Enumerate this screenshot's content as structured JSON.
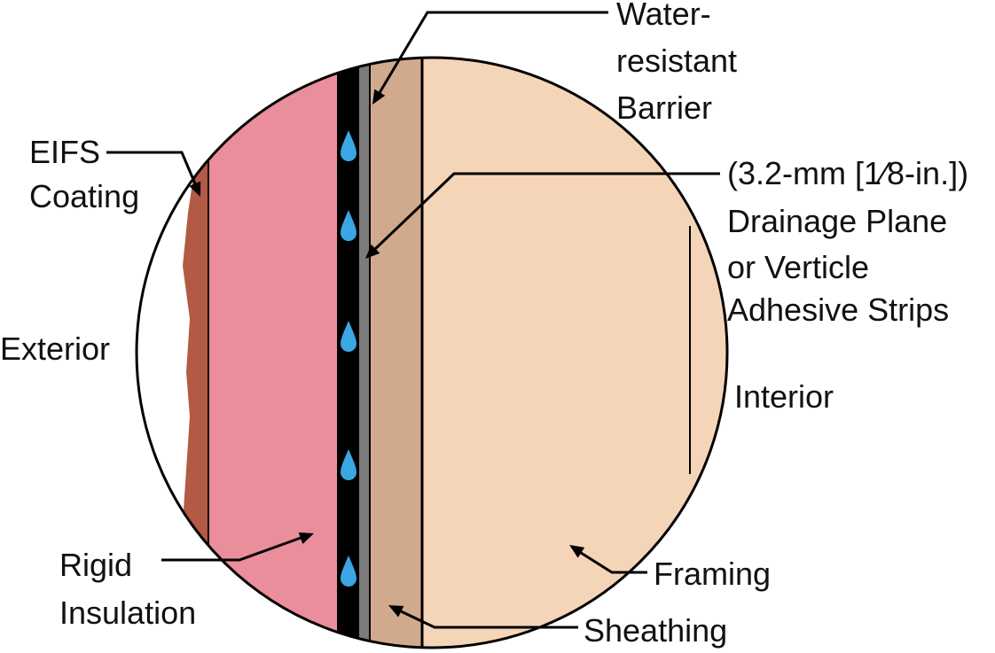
{
  "labels": {
    "water_resistant_barrier": [
      "Water-",
      "resistant",
      "Barrier"
    ],
    "eifs_coating": [
      "EIFS",
      "Coating"
    ],
    "drainage_plane": [
      "(3.2-mm [1⁄8-in.])",
      "Drainage Plane",
      "or Verticle",
      "Adhesive Strips"
    ],
    "exterior": "Exterior",
    "interior": "Interior",
    "rigid_insulation": [
      "Rigid",
      "Insulation"
    ],
    "framing": "Framing",
    "sheathing": "Sheathing"
  },
  "colors": {
    "eifs_coating": "#b35a45",
    "rigid_insulation": "#ea8e9c",
    "drainage_plane": "#000000",
    "water_resistant_barrier": "#7b7b7b",
    "sheathing": "#d1a98d",
    "framing": "#f5d5b8",
    "water_drop": "#3aa7e3",
    "outline": "#000000"
  },
  "icons": {
    "water_drop": "water-drop-icon"
  }
}
